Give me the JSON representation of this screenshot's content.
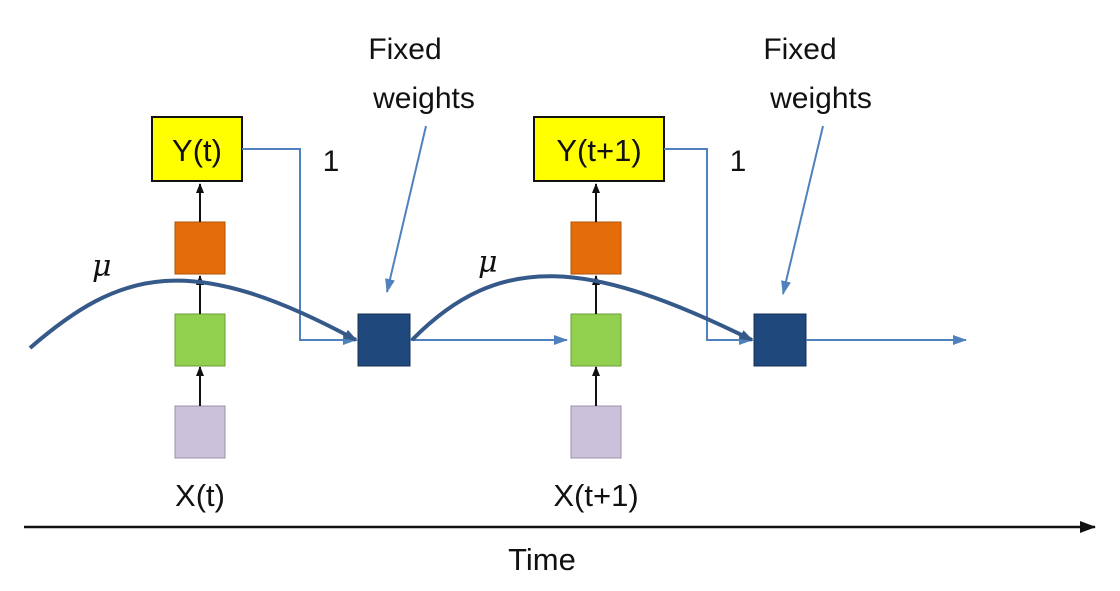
{
  "colors": {
    "output": "#ffff00",
    "hidden": "#e46c0a",
    "input_layer": "#92d050",
    "input": "#ccc1da",
    "memory": "#1f497d",
    "flow_line": "#4f81bd",
    "curve": "#355a8a",
    "text": "#111111"
  },
  "steps": [
    {
      "output_label": "Y(t)",
      "input_label": "X(t)",
      "mu": "μ",
      "weight_label": "1",
      "annotation_line1": "Fixed",
      "annotation_line2": "weights"
    },
    {
      "output_label": "Y(t+1)",
      "input_label": "X(t+1)",
      "mu": "μ",
      "weight_label": "1",
      "annotation_line1": "Fixed",
      "annotation_line2": "weights"
    }
  ],
  "time_label": "Time"
}
